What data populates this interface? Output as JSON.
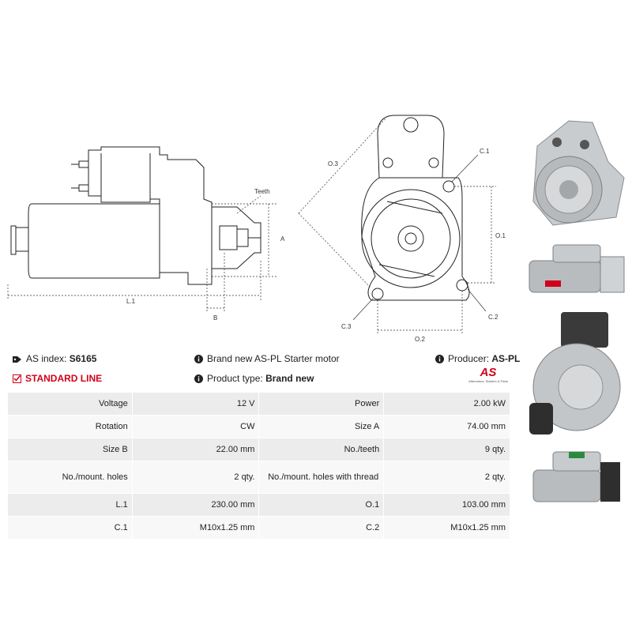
{
  "drawing": {
    "side_view": {
      "teeth_label": "Teeth",
      "a_label": "A",
      "b_label": "B",
      "l1_label": "L.1"
    },
    "front_view": {
      "o3_label": "O.3",
      "c1_label": "C.1",
      "o1_label": "O.1",
      "c3_label": "C.3",
      "c2_label": "C.2",
      "o2_label": "O.2"
    }
  },
  "info": {
    "as_index_label": "AS index:",
    "as_index_value": "S6165",
    "description": "Brand new AS-PL Starter motor",
    "producer_label": "Producer:",
    "producer_value": "AS-PL",
    "line": "STANDARD LINE",
    "product_type_label": "Product type:",
    "product_type_value": "Brand new",
    "logo_text": "AS",
    "logo_tagline": "Alternators, Starters & Parts"
  },
  "specs": [
    {
      "l1": "Voltage",
      "v1": "12 V",
      "l2": "Power",
      "v2": "2.00 kW"
    },
    {
      "l1": "Rotation",
      "v1": "CW",
      "l2": "Size A",
      "v2": "74.00 mm"
    },
    {
      "l1": "Size B",
      "v1": "22.00 mm",
      "l2": "No./teeth",
      "v2": "9 qty."
    },
    {
      "l1": "No./mount. holes",
      "v1": "2 qty.",
      "l2": "No./mount. holes with thread",
      "v2": "2 qty."
    },
    {
      "l1": "L.1",
      "v1": "230.00 mm",
      "l2": "O.1",
      "v2": "103.00 mm"
    },
    {
      "l1": "C.1",
      "v1": "M10x1.25 mm",
      "l2": "C.2",
      "v2": "M10x1.25 mm"
    }
  ],
  "colors": {
    "accent_red": "#d0021b",
    "text": "#222222"
  },
  "icons": [
    "tag-icon",
    "info-icon",
    "checkbox-icon"
  ]
}
